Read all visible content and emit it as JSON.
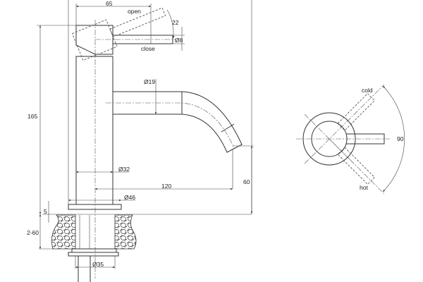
{
  "drawing": {
    "side_view": {
      "dimensions": {
        "lever_reach": "65",
        "lever_angle": "22",
        "lever_diameter": "Ø8",
        "spout_diameter": "Ø19",
        "total_height": "165",
        "body_diameter": "Ø32",
        "spout_reach": "120",
        "base_diameter": "Ø46",
        "spout_height": "60",
        "base_thickness": "5",
        "counter_thickness": "2-60",
        "shank_diameter": "Ø35"
      },
      "labels": {
        "open": "open",
        "close": "close"
      }
    },
    "top_view": {
      "dimensions": {
        "rotation_angle": "90"
      },
      "labels": {
        "cold": "cold",
        "hot": "hot"
      }
    }
  }
}
